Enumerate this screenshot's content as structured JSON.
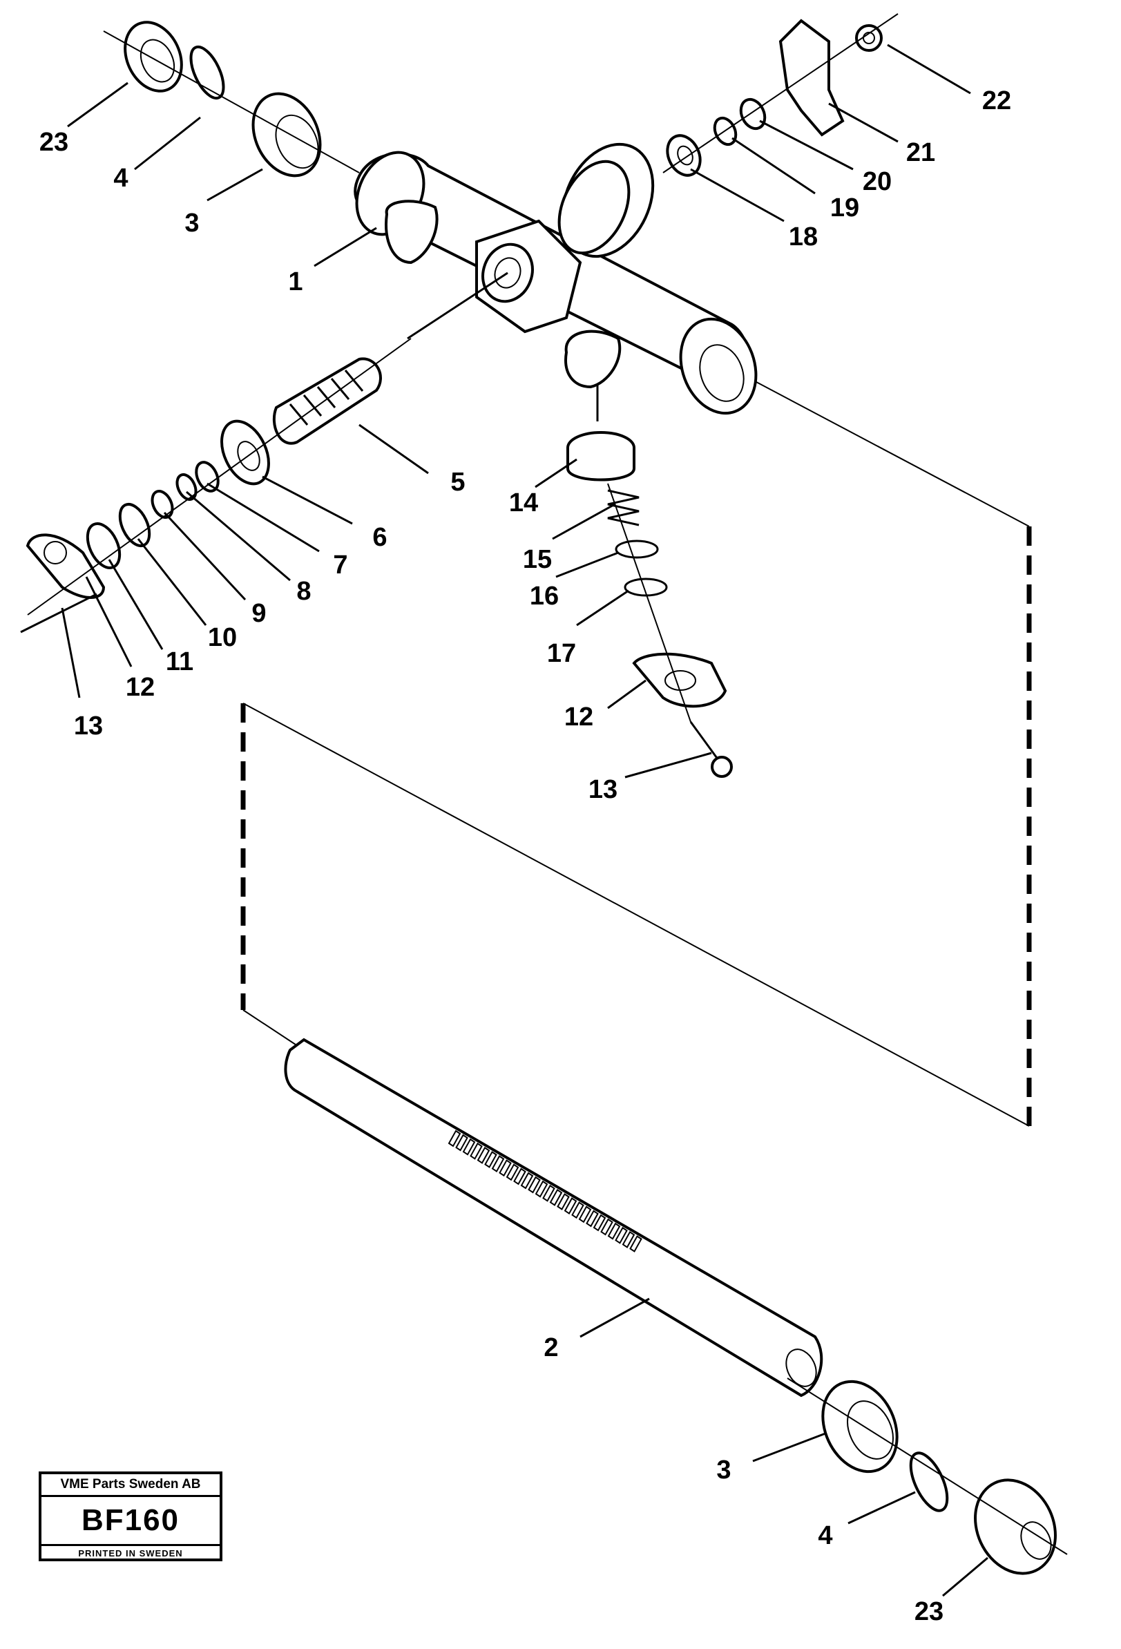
{
  "callouts": [
    {
      "id": "c23a",
      "text": "23"
    },
    {
      "id": "c4a",
      "text": "4"
    },
    {
      "id": "c3a",
      "text": "3"
    },
    {
      "id": "c1",
      "text": "1"
    },
    {
      "id": "c22",
      "text": "22"
    },
    {
      "id": "c21",
      "text": "21"
    },
    {
      "id": "c20",
      "text": "20"
    },
    {
      "id": "c19",
      "text": "19"
    },
    {
      "id": "c18",
      "text": "18"
    },
    {
      "id": "c5",
      "text": "5"
    },
    {
      "id": "c6",
      "text": "6"
    },
    {
      "id": "c7",
      "text": "7"
    },
    {
      "id": "c8",
      "text": "8"
    },
    {
      "id": "c9",
      "text": "9"
    },
    {
      "id": "c10",
      "text": "10"
    },
    {
      "id": "c11",
      "text": "11"
    },
    {
      "id": "c12a",
      "text": "12"
    },
    {
      "id": "c13a",
      "text": "13"
    },
    {
      "id": "c14",
      "text": "14"
    },
    {
      "id": "c15",
      "text": "15"
    },
    {
      "id": "c16",
      "text": "16"
    },
    {
      "id": "c17",
      "text": "17"
    },
    {
      "id": "c12b",
      "text": "12"
    },
    {
      "id": "c13b",
      "text": "13"
    },
    {
      "id": "c2",
      "text": "2"
    },
    {
      "id": "c3b",
      "text": "3"
    },
    {
      "id": "c4b",
      "text": "4"
    },
    {
      "id": "c23b",
      "text": "23"
    }
  ],
  "stamp": {
    "company": "VME Parts Sweden AB",
    "code": "BF160",
    "printed": "PRINTED IN SWEDEN"
  }
}
